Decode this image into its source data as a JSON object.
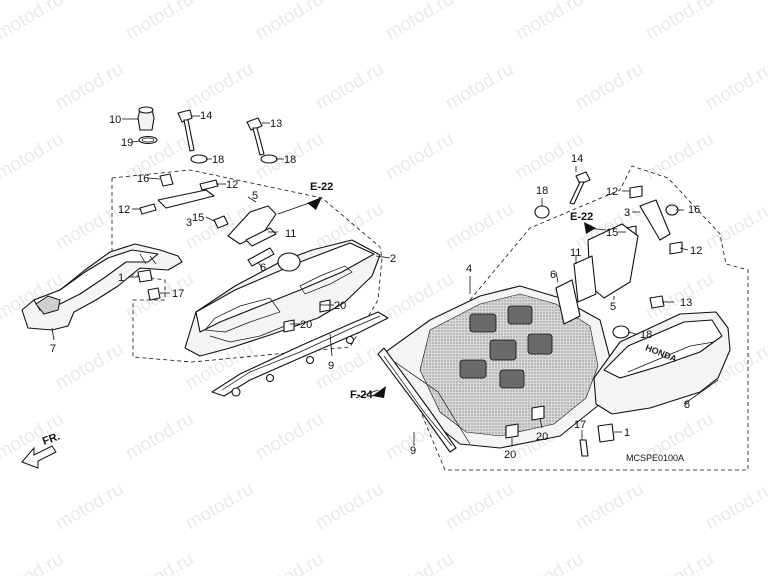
{
  "watermark": {
    "text": "motod.ru"
  },
  "figure_code": "MCSPE0100A",
  "front_arrow_label": "FR.",
  "cover_brand": "HONDA",
  "references": [
    {
      "id": "ref-e22-left",
      "label": "E-22"
    },
    {
      "id": "ref-e22-right",
      "label": "E-22"
    },
    {
      "id": "ref-f24",
      "label": "F-24"
    }
  ],
  "callouts": [
    {
      "id": "l-10",
      "label": "10"
    },
    {
      "id": "l-14a",
      "label": "14"
    },
    {
      "id": "l-13a",
      "label": "13"
    },
    {
      "id": "l-19",
      "label": "19"
    },
    {
      "id": "l-18a",
      "label": "18"
    },
    {
      "id": "l-18b",
      "label": "18"
    },
    {
      "id": "l-16a",
      "label": "16"
    },
    {
      "id": "l-12a",
      "label": "12"
    },
    {
      "id": "l-5a",
      "label": "5"
    },
    {
      "id": "l-12b",
      "label": "12"
    },
    {
      "id": "l-3a",
      "label": "3"
    },
    {
      "id": "l-15a",
      "label": "15"
    },
    {
      "id": "l-11a",
      "label": "11"
    },
    {
      "id": "l-6a",
      "label": "6"
    },
    {
      "id": "l-2",
      "label": "2"
    },
    {
      "id": "l-1a",
      "label": "1"
    },
    {
      "id": "l-17a",
      "label": "17"
    },
    {
      "id": "l-20a",
      "label": "20"
    },
    {
      "id": "l-20b",
      "label": "20"
    },
    {
      "id": "l-7",
      "label": "7"
    },
    {
      "id": "l-9a",
      "label": "9"
    },
    {
      "id": "l-4",
      "label": "4"
    },
    {
      "id": "l-18c",
      "label": "18"
    },
    {
      "id": "l-14b",
      "label": "14"
    },
    {
      "id": "l-12c",
      "label": "12"
    },
    {
      "id": "l-3b",
      "label": "3"
    },
    {
      "id": "l-16b",
      "label": "16"
    },
    {
      "id": "l-15b",
      "label": "15"
    },
    {
      "id": "l-11b",
      "label": "11"
    },
    {
      "id": "l-12d",
      "label": "12"
    },
    {
      "id": "l-6b",
      "label": "6"
    },
    {
      "id": "l-5b",
      "label": "5"
    },
    {
      "id": "l-13b",
      "label": "13"
    },
    {
      "id": "l-18d",
      "label": "18"
    },
    {
      "id": "l-8",
      "label": "8"
    },
    {
      "id": "l-9b",
      "label": "9"
    },
    {
      "id": "l-20c",
      "label": "20"
    },
    {
      "id": "l-20d",
      "label": "20"
    },
    {
      "id": "l-17b",
      "label": "17"
    },
    {
      "id": "l-1b",
      "label": "1"
    }
  ]
}
